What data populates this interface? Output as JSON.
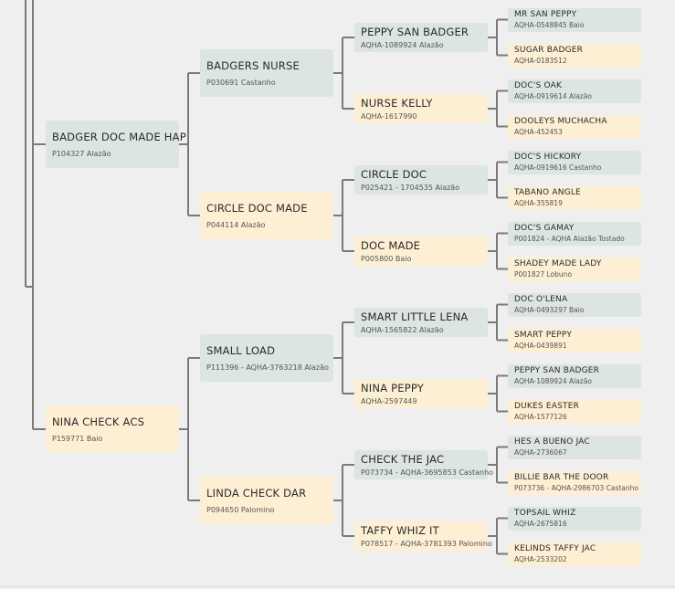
{
  "colors": {
    "male": "#dce5df",
    "female": "#fdefd4",
    "line": "#7a7a7a"
  },
  "pedigree": {
    "sire": {
      "name": "BADGER DOC MADE HAP",
      "info": "P104327 Alazão",
      "sire": {
        "name": "BADGERS NURSE",
        "info": "P030691 Castanho",
        "sire": {
          "name": "PEPPY SAN BADGER",
          "info": "AQHA-1089924 Alazão",
          "sire": {
            "name": "MR SAN PEPPY",
            "info": "AQHA-0548845 Baio"
          },
          "dam": {
            "name": "SUGAR BADGER",
            "info": "AQHA-0183512"
          }
        },
        "dam": {
          "name": "NURSE KELLY",
          "info": "AQHA-1617990",
          "sire": {
            "name": "DOC'S OAK",
            "info": "AQHA-0919614 Alazão"
          },
          "dam": {
            "name": "DOOLEYS MUCHACHA",
            "info": "AQHA-452453"
          }
        }
      },
      "dam": {
        "name": "CIRCLE DOC MADE",
        "info": "P044114 Alazão",
        "sire": {
          "name": "CIRCLE DOC",
          "info": "P025421 - 1704535 Alazão",
          "sire": {
            "name": "DOC'S HICKORY",
            "info": "AQHA-0919616 Castanho"
          },
          "dam": {
            "name": "TABANO ANGLE",
            "info": "AQHA-355819"
          }
        },
        "dam": {
          "name": "DOC MADE",
          "info": "P005800 Baio",
          "sire": {
            "name": "DOC'S GAMAY",
            "info": "P001824 - AQHA Alazão Tostado"
          },
          "dam": {
            "name": "SHADEY MADE LADY",
            "info": "P001827 Lobuno"
          }
        }
      }
    },
    "dam": {
      "name": "NINA CHECK ACS",
      "info": "P159771 Baio",
      "sire": {
        "name": "SMALL LOAD",
        "info": "P111396 - AQHA-3763218 Alazão",
        "sire": {
          "name": "SMART LITTLE LENA",
          "info": "AQHA-1565822 Alazão",
          "sire": {
            "name": "DOC O'LENA",
            "info": "AQHA-0493297 Baio"
          },
          "dam": {
            "name": "SMART PEPPY",
            "info": "AQHA-0439891"
          }
        },
        "dam": {
          "name": "NINA PEPPY",
          "info": "AQHA-2597449",
          "sire": {
            "name": "PEPPY SAN BADGER",
            "info": "AQHA-1089924 Alazão"
          },
          "dam": {
            "name": "DUKES EASTER",
            "info": "AQHA-1577126"
          }
        }
      },
      "dam": {
        "name": "LINDA CHECK DAR",
        "info": "P094650 Palomino",
        "sire": {
          "name": "CHECK THE JAC",
          "info": "P073734 - AQHA-3695853 Castanho",
          "sire": {
            "name": "HES A BUENO JAC",
            "info": "AQHA-2736067"
          },
          "dam": {
            "name": "BILLIE BAR THE DOOR",
            "info": "P073736 - AQHA-2986703 Castanho"
          }
        },
        "dam": {
          "name": "TAFFY WHIZ IT",
          "info": "P078517 - AQHA-3781393 Palomino",
          "sire": {
            "name": "TOPSAIL WHIZ",
            "info": "AQHA-2675816"
          },
          "dam": {
            "name": "KELINDS TAFFY JAC",
            "info": "AQHA-2533202"
          }
        }
      }
    }
  }
}
